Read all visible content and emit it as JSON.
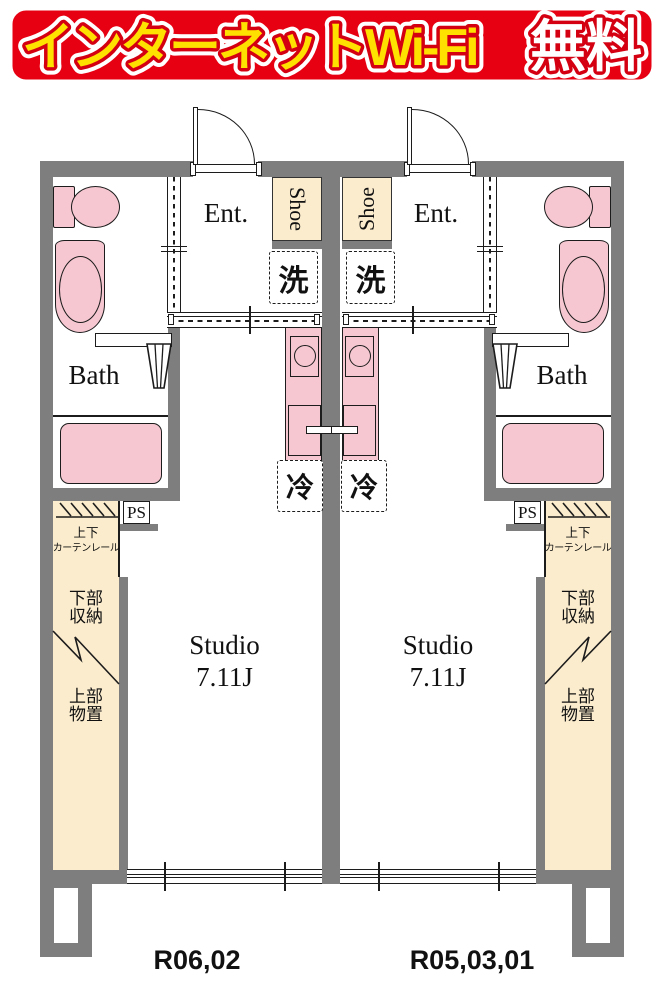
{
  "banner": {
    "main": "インターネットWi-Fi",
    "accent": "無料",
    "bg_color": "#e60012",
    "main_color": "#ffe100",
    "accent_color": "#ffffff"
  },
  "labels": {
    "entrance": "Ent.",
    "shoe_closet": "Shoe",
    "washer": "洗",
    "bath": "Bath",
    "refrigerator": "冷",
    "pipe_space": "PS",
    "curtain_rail_1": "上下",
    "curtain_rail_2": "カーテンレール",
    "lower_storage_1": "下部",
    "lower_storage_2": "収納",
    "upper_storage_1": "上部",
    "upper_storage_2": "物置",
    "studio": "Studio",
    "studio_size": "7.11J"
  },
  "units": [
    {
      "side": "left",
      "room_no": "R06,02"
    },
    {
      "side": "right",
      "room_no": "R05,03,01"
    }
  ],
  "colors": {
    "wall": "#7e7e7e",
    "fixture_pink": "#f6c7d1",
    "closet_cream": "#fbeccd",
    "line": "#1c1c1c",
    "banner_red": "#e60012",
    "banner_yellow": "#ffe100"
  }
}
